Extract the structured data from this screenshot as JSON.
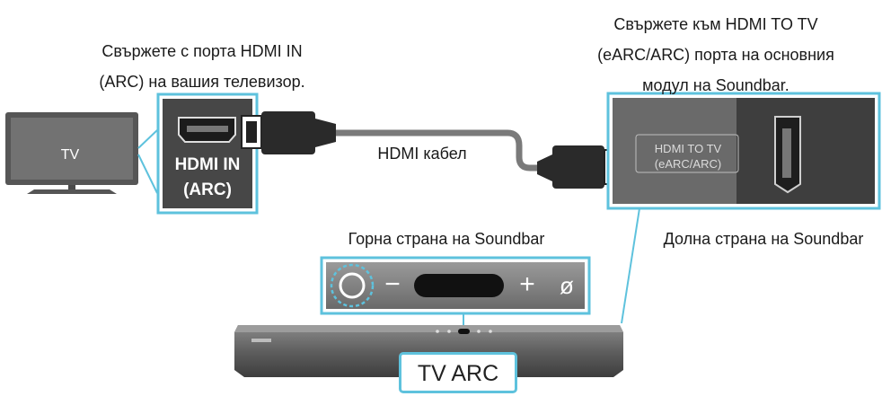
{
  "callouts": {
    "tv_side_line1": "Свържете с порта HDMI IN",
    "tv_side_line2": "(ARC) на вашия телевизор.",
    "soundbar_side_line1": "Свържете към HDMI TO TV",
    "soundbar_side_line2": "(eARC/ARC) порта на основния",
    "soundbar_side_line3": "модул на Soundbar."
  },
  "devices": {
    "tv_label": "TV",
    "tv_port_line1": "HDMI IN",
    "tv_port_line2": "(ARC)",
    "soundbar_port_line1": "HDMI TO TV",
    "soundbar_port_line2": "(eARC/ARC)"
  },
  "cable_label": "HDMI кабел",
  "soundbar_top_label": "Горна страна на Soundbar",
  "soundbar_bottom_label": "Долна страна на Soundbar",
  "control_panel": {
    "minus": "−",
    "plus": "+",
    "mic_off": "ø"
  },
  "button_label": "TV ARC",
  "colors": {
    "accent": "#5ec2dd",
    "panel_dark": "#4a4a4a",
    "soundbar_body": "#6b6b6b"
  }
}
